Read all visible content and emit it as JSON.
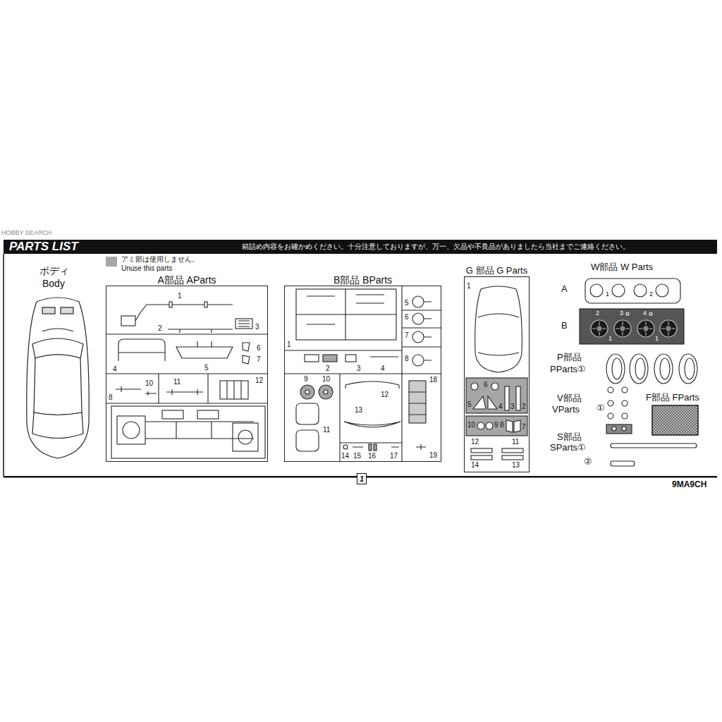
{
  "diagram": {
    "nodes": [
      {
        "text": [
          "PARTS LIST",
          "箱詰め内容をお確かめください。十分注意しておりますが、万一、欠品や不良品がありましたら当社までご連絡ください。"
        ]
      },
      {
        "text": [
          "A部品 AParts"
        ]
      },
      {
        "text": [
          "B部品 BParts"
        ]
      },
      {
        "text": [
          "G 部品 G Parts"
        ]
      },
      {
        "text": [
          "1"
        ]
      }
    ],
    "labels": [
      "HOBBY SEARCH",
      "ボディ",
      "Body",
      "1",
      "2",
      "3",
      "4",
      "5",
      "6",
      "7",
      "8",
      "10",
      "11",
      "12",
      "5",
      "6",
      "7",
      "8",
      "1",
      "2",
      "3",
      "4",
      "9",
      "10",
      "11",
      "12",
      "13",
      "14",
      "15",
      "16",
      "17",
      "18",
      "19",
      "1",
      "6",
      "5",
      "4",
      "3",
      "2",
      "10",
      "9",
      "8",
      "7",
      "12",
      "11",
      "14",
      "13",
      "W部品 W Parts",
      "A",
      "B",
      "1",
      "2",
      "2",
      "3",
      "4",
      "1",
      "1",
      "P部品",
      "PParts①",
      "V部品",
      "VParts",
      "①",
      "F部品 FParts",
      "S部品",
      "SParts①",
      "②",
      "9MA9CH"
    ],
    "legend": [
      {
        "text": "アミ部は使用しません。 Unuse this parts",
        "color": "#a6a6a6"
      }
    ]
  }
}
